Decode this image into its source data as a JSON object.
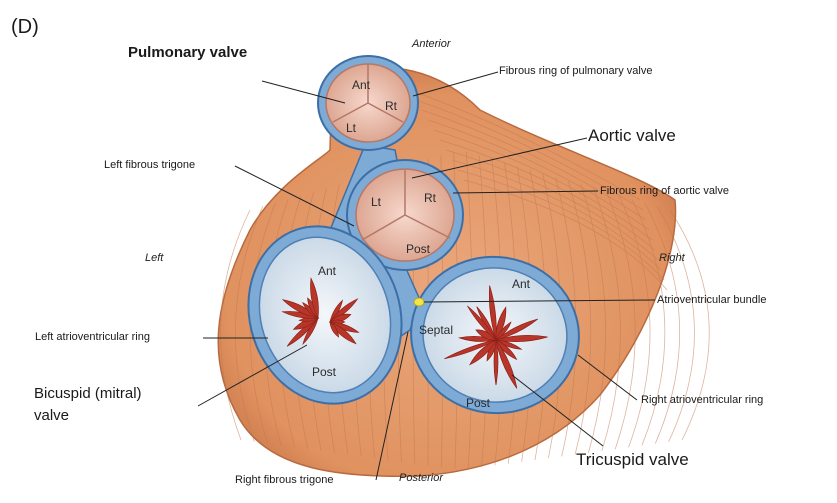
{
  "panel_letter": "(D)",
  "orientation": {
    "anterior": "Anterior",
    "posterior": "Posterior",
    "left": "Left",
    "right": "Right"
  },
  "labels": {
    "pulmonary_valve": "Pulmonary valve",
    "fibrous_ring_pulmonary": "Fibrous ring of pulmonary valve",
    "aortic_valve": "Aortic valve",
    "left_fibrous_trigone": "Left fibrous trigone",
    "fibrous_ring_aortic": "Fibrous ring of aortic valve",
    "atrioventricular_bundle": "Atrioventricular bundle",
    "left_av_ring": "Left atrioventricular ring",
    "bicuspid_valve_line1": "Bicuspid (mitral)",
    "bicuspid_valve_line2": "valve",
    "right_av_ring": "Right atrioventricular ring",
    "tricuspid_valve": "Tricuspid valve",
    "right_fibrous_trigone": "Right fibrous trigone"
  },
  "cusps": {
    "pulmonary": {
      "ant": "Ant",
      "rt": "Rt",
      "lt": "Lt"
    },
    "aortic": {
      "lt": "Lt",
      "rt": "Rt",
      "post": "Post"
    },
    "mitral": {
      "ant": "Ant",
      "post": "Post"
    },
    "tricuspid": {
      "ant": "Ant",
      "septal": "Septal",
      "post": "Post"
    }
  },
  "colors": {
    "muscle": "#e39a6e",
    "muscle_dark": "#c9764a",
    "fibrous_ring": "#6f9fd0",
    "fibrous_ring_dark": "#3d6fa6",
    "cusp": "#f0c7b8",
    "cusp_dark": "#c88a78",
    "valve_interior": "#dfe9f2",
    "leaflet_red": "#b8352a",
    "bundle": "#f2e64a"
  }
}
